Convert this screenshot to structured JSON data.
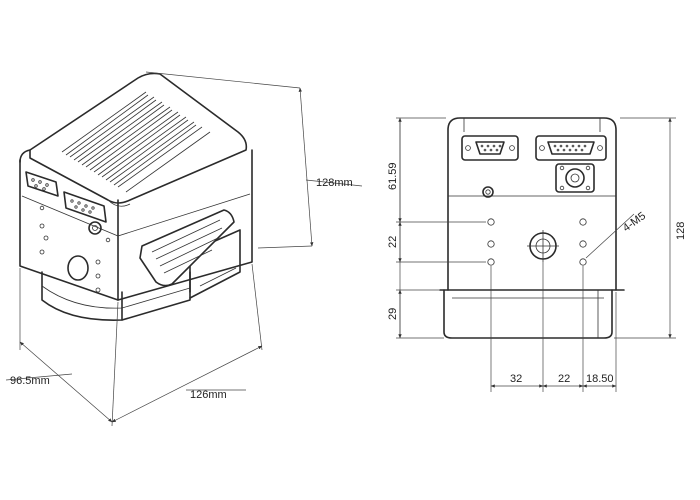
{
  "isometric_view": {
    "height_label": "128mm",
    "depth_label": "96.5mm",
    "width_label": "126mm"
  },
  "front_view": {
    "dims": {
      "top_offset": "61.59",
      "hole_spacing_v": "22",
      "lens_height": "29",
      "overall_height": "128",
      "hole_label": "4-M5",
      "offset_left": "32",
      "hole_spacing_h": "22",
      "offset_right": "18.50"
    }
  }
}
